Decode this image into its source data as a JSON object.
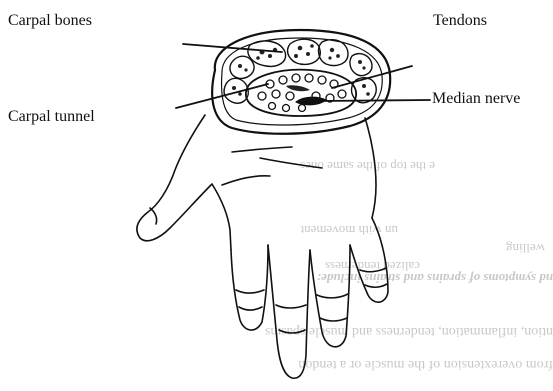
{
  "labels": {
    "carpal_bones": "Carpal bones",
    "tendons": "Tendons",
    "carpal_tunnel": "Carpal tunnel",
    "median_nerve": "Median nerve"
  },
  "bleed_through": [
    "e the top of the same ones",
    "un with movement",
    "welling",
    "calized tenderness",
    "nd symptoms of sprains and strains include:",
    "ntion, inflammation, tenderness and muscle spasms",
    "from overextension of the muscle or a tendon"
  ]
}
